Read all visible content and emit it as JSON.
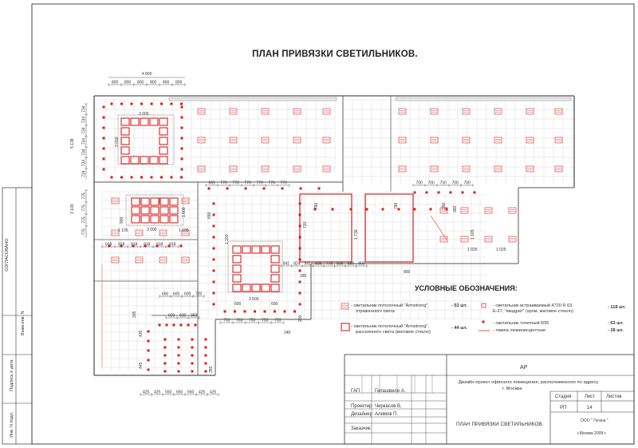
{
  "title": "ПЛАН ПРИВЯЗКИ СВЕТИЛЬНИКОВ.",
  "sidebar": {
    "agreed": "СОГЛАСОВАНО",
    "inv_replace": "Взам.инв. N",
    "sign_date": "Подпись и дата",
    "inv_orig": "Инв. N подл."
  },
  "dimensions": {
    "top_total": "4 800",
    "top_segments": [
      "800",
      "800",
      "800",
      "800",
      "800",
      "800"
    ],
    "left_total_1": "5 138",
    "left_segments_1": [
      "734",
      "734",
      "734",
      "734",
      "734",
      "734",
      "734"
    ],
    "left_total_2": "3 100",
    "left_segments_2": [
      "775",
      "775",
      "775",
      "775"
    ],
    "corridor_row": [
      "665",
      "770",
      "770",
      "770",
      "770",
      "770",
      "770"
    ],
    "right_row": [
      "700",
      "700",
      "700",
      "700",
      "700"
    ],
    "room1_box": "3 000",
    "room1_side": "3 000",
    "room2_box": "3 000",
    "room2_side_a": "1 105",
    "room2_side_b": "1 105",
    "room2_h": "900",
    "room2_h2": "1 800",
    "meeting_row": [
      "918",
      "918",
      "918",
      "918",
      "918",
      "918"
    ],
    "bottom_row": [
      "841",
      "824",
      "841",
      "836",
      "778",
      "836",
      "886",
      "800"
    ],
    "room3_box": "3 000",
    "room3_side": "1 160",
    "room3_600a": "600",
    "room3_600b": "600",
    "lower_row": [
      "753",
      "753",
      "753",
      "753",
      "753"
    ],
    "lower_200": "200",
    "lower_240": "240",
    "small_row": [
      "660",
      "600",
      "600",
      "720"
    ],
    "small_row2": [
      "600",
      "600",
      "350"
    ],
    "bottom_dims": [
      "425",
      "425",
      "550",
      "650",
      "650",
      "425",
      "425"
    ],
    "side_1025a": "1 025",
    "side_1025b": "1 025",
    "side_1165": "1 165",
    "v_185": "185",
    "v_150": "150",
    "v_360": "360",
    "v_1730": "1 730",
    "v_780a": "780",
    "v_780b": "780",
    "v_720": "720",
    "v_305": "305",
    "v_420": "420",
    "v_445": "445",
    "v_355": "355",
    "v_650": "650",
    "v_800": "800"
  },
  "legend": {
    "heading": "УСЛОВНЫЕ ОБОЗНАЧЕНИЯ:",
    "items": [
      {
        "text1": "- светильник потолочный \"Armstrong\",",
        "text2": "отраженного света",
        "count": "- 53 шт."
      },
      {
        "text1": "- светильник потолочный \"Armstrong\",",
        "text2": "рассеянного света (матовое стекло)",
        "count": "- 44 шт."
      },
      {
        "text1": "- светильник встраиваемый 4720 R 63",
        "text2": "E-27, \"квадрат\" (хром, матовое стекло)",
        "count": "- 118 шт."
      },
      {
        "text1": "- светильник точечный R55",
        "text2": "",
        "count": "- 63 шт."
      },
      {
        "text1": "- лампа люминисцентная",
        "text2": "",
        "count": "- 28 шт."
      }
    ],
    "colors": {
      "red": "#d81f1f",
      "pink": "#f2a0a0",
      "line": "#555555"
    }
  },
  "title_block": {
    "code": "АР",
    "project": "Дизайн-проект офисного помещения, расположенного по адресу",
    "city": "г. Москва",
    "stage_h": "Стадия",
    "sheet_h": "Лист",
    "sheets_h": "Листов",
    "stage": "РП",
    "sheet": "14",
    "gap_label": "ГАП",
    "gap_name": "Гелашвили А.",
    "proj_label": "Проектир",
    "proj_name": "Черкасов В.",
    "design_label": "Дизайнер",
    "design_name": "Алимов П.",
    "client_label": "Заказчик",
    "drawing": "ПЛАН ПРИВЯЗКИ СВЕТИЛЬНИКОВ.",
    "org": "ООО \" Гегана \"",
    "org_city": "г.Москва 2009 г."
  }
}
